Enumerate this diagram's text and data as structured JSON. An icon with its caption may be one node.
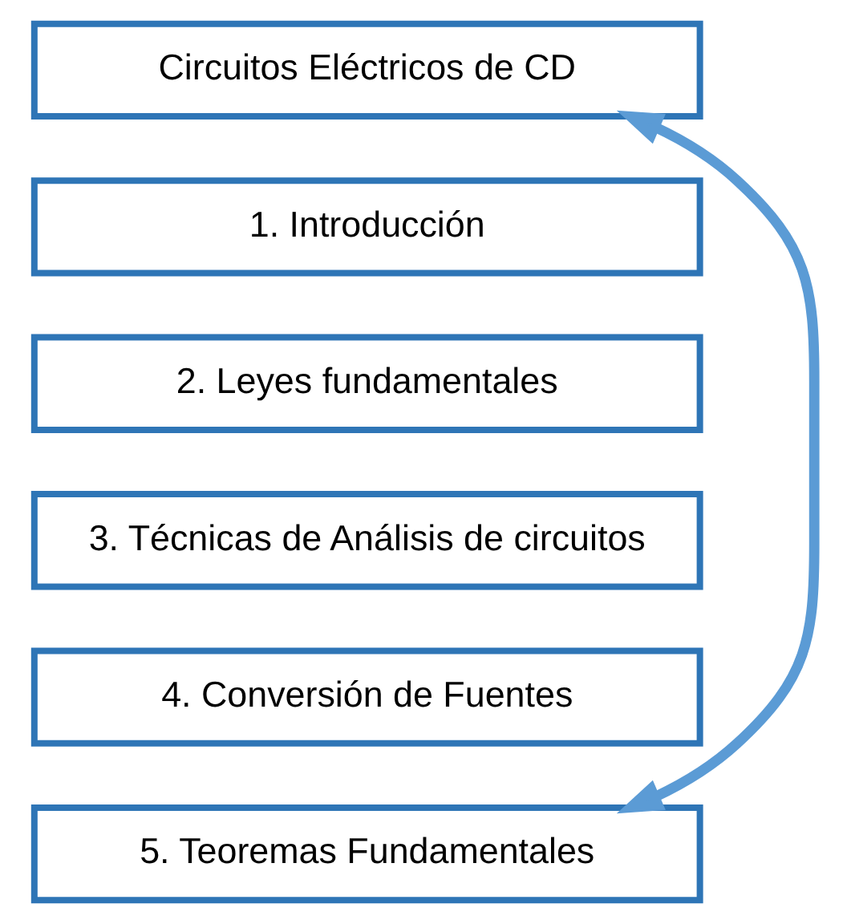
{
  "diagram": {
    "nodes": [
      {
        "text": [
          "Circuitos Eléctricos de CD"
        ]
      },
      {
        "text": [
          "1. Introducción"
        ]
      },
      {
        "text": [
          "2. Leyes fundamentales"
        ]
      },
      {
        "text": [
          "3. Técnicas de Análisis de circuitos"
        ]
      },
      {
        "text": [
          "4. Conversión de Fuentes"
        ]
      },
      {
        "text": [
          "5. Teoremas Fundamentales"
        ]
      }
    ],
    "edges": [
      {
        "from": 0,
        "to": 5,
        "arrow": "both"
      }
    ]
  }
}
